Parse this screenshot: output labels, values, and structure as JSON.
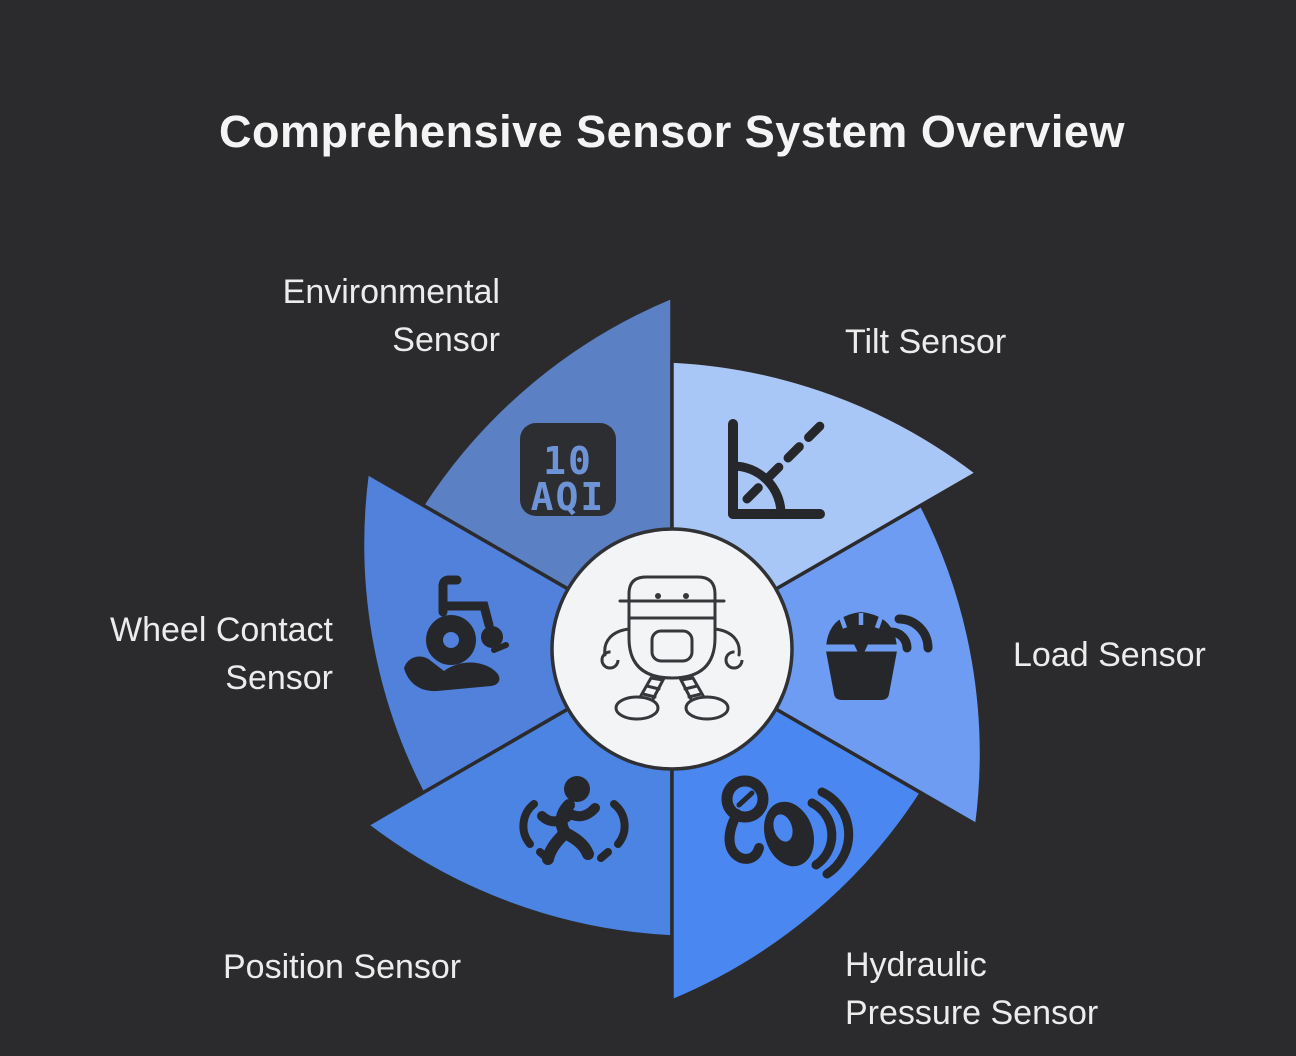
{
  "title": "Comprehensive Sensor System Overview",
  "colors": {
    "background": "#2B2B2D",
    "seam_stroke": "#2B2B2D",
    "hub_fill": "#F3F4F6",
    "icon_dark": "#26272B",
    "label_text": "#ECECEC",
    "title_text": "#F4F4F4"
  },
  "hub": {
    "icon": "robot-icon"
  },
  "segments": [
    {
      "id": "environmental",
      "label_line1": "Environmental",
      "label_line2": "Sensor",
      "color": "#5B80C3",
      "icon": "air-quality-badge-icon",
      "badge_bg": "#2D2E32",
      "badge_text_color": "#6E94D8",
      "badge_line1": "10",
      "badge_line2": "AQI"
    },
    {
      "id": "tilt",
      "label_line1": "Tilt Sensor",
      "label_line2": "",
      "color": "#A9C7F6",
      "icon": "tilt-angle-icon"
    },
    {
      "id": "load",
      "label_line1": "Load Sensor",
      "label_line2": "",
      "color": "#6D9CF2",
      "icon": "weighing-scale-wireless-icon"
    },
    {
      "id": "hydraulic",
      "label_line1": "Hydraulic",
      "label_line2": "Pressure Sensor",
      "color": "#4B87F0",
      "icon": "pressure-gauge-coil-icon"
    },
    {
      "id": "position",
      "label_line1": "Position Sensor",
      "label_line2": "",
      "color": "#4C84E4",
      "icon": "running-person-icon"
    },
    {
      "id": "wheel",
      "label_line1": "Wheel Contact",
      "label_line2": "Sensor",
      "color": "#5181DB",
      "icon": "wheelchair-hand-icon"
    }
  ]
}
